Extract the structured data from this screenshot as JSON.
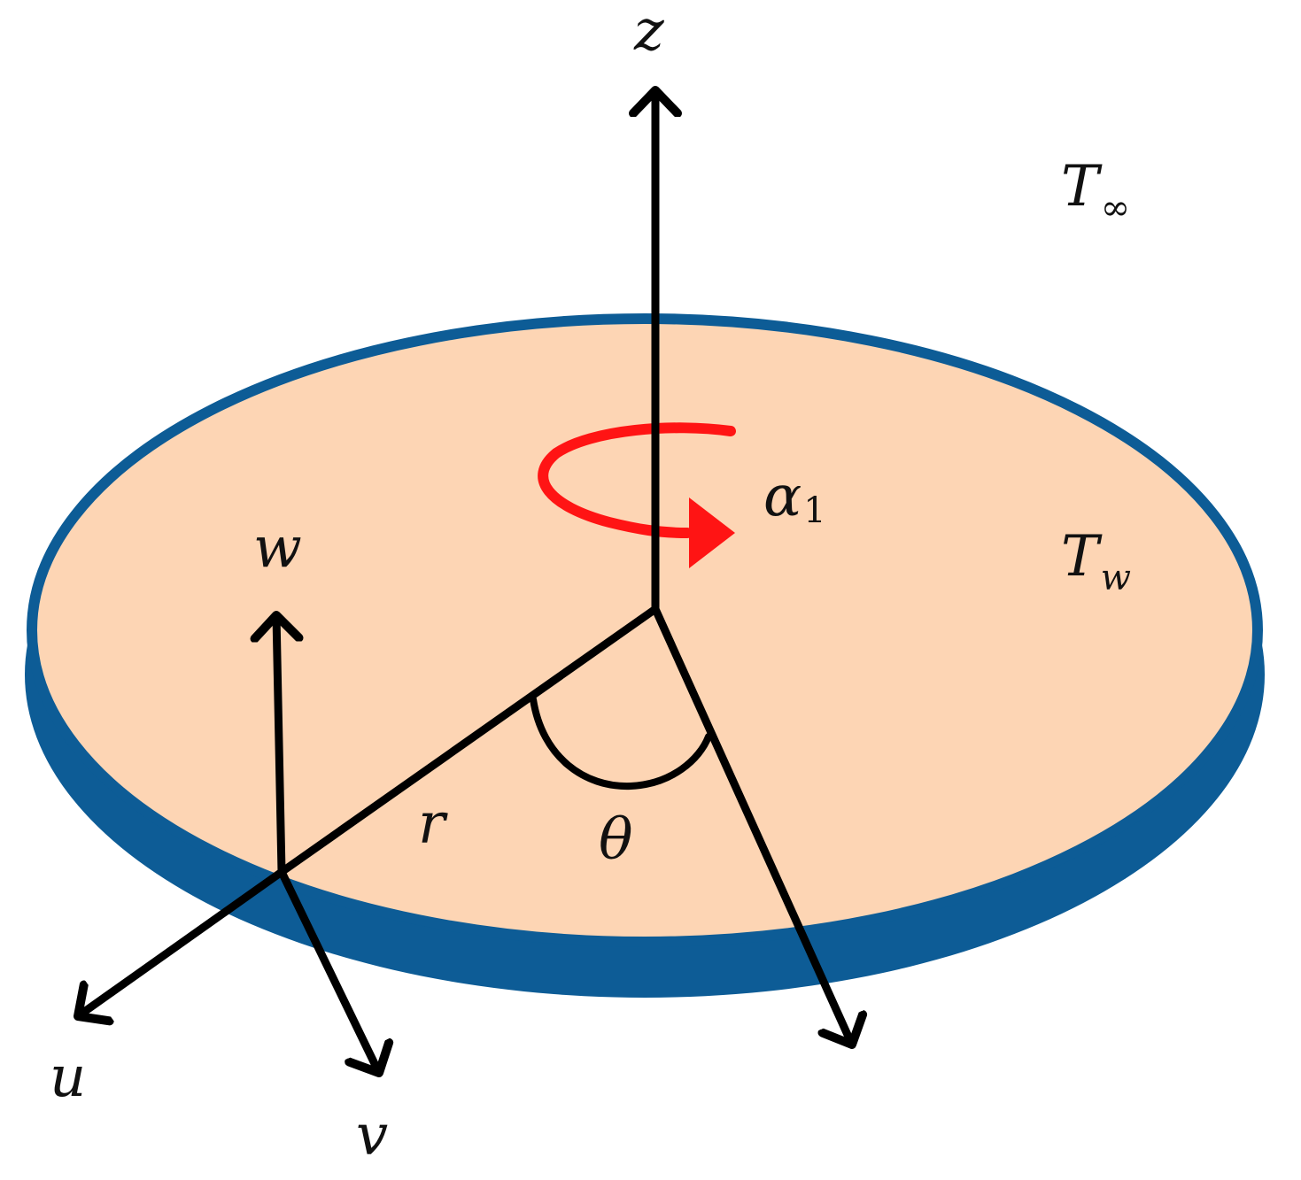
{
  "diagram": {
    "labels": {
      "z": "z",
      "T": "T",
      "inf": "∞",
      "w_sub": "w",
      "alpha": "α",
      "one": "1",
      "w_axis": "w",
      "r": "r",
      "theta": "θ",
      "u": "u",
      "v": "v"
    },
    "colors": {
      "disk_face": "#fdd5b4",
      "disk_rim": "#0d5c96",
      "axes": "#000000",
      "rotation_arrow": "#ff1414",
      "text": "#111111"
    }
  }
}
